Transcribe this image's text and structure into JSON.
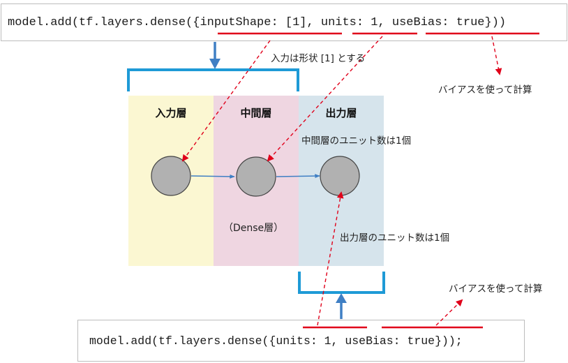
{
  "code": {
    "top": "model.add(tf.layers.dense({inputShape: [1], units: 1, useBias: true}))",
    "bottom": "model.add(tf.layers.dense({units: 1, useBias: true}));"
  },
  "layers": {
    "input": "入力層",
    "hidden": "中間層",
    "output": "出力層"
  },
  "notes": {
    "input_shape": "入力は形状 [1] とする",
    "bias_top": "バイアスを使って計算",
    "hidden_units": "中間層のユニット数は1個",
    "dense": "（Dense層）",
    "output_units": "出力層のユニット数は1個",
    "bias_bottom": "バイアスを使って計算"
  },
  "colors": {
    "input_layer": "#fbf7d2",
    "hidden_layer": "#efd6e1",
    "output_layer": "#d6e4ec",
    "node": "#b1b1b1",
    "bracket": "#1e9ad6",
    "highlight": "#e0001a",
    "connector": "#3f7fc4"
  }
}
